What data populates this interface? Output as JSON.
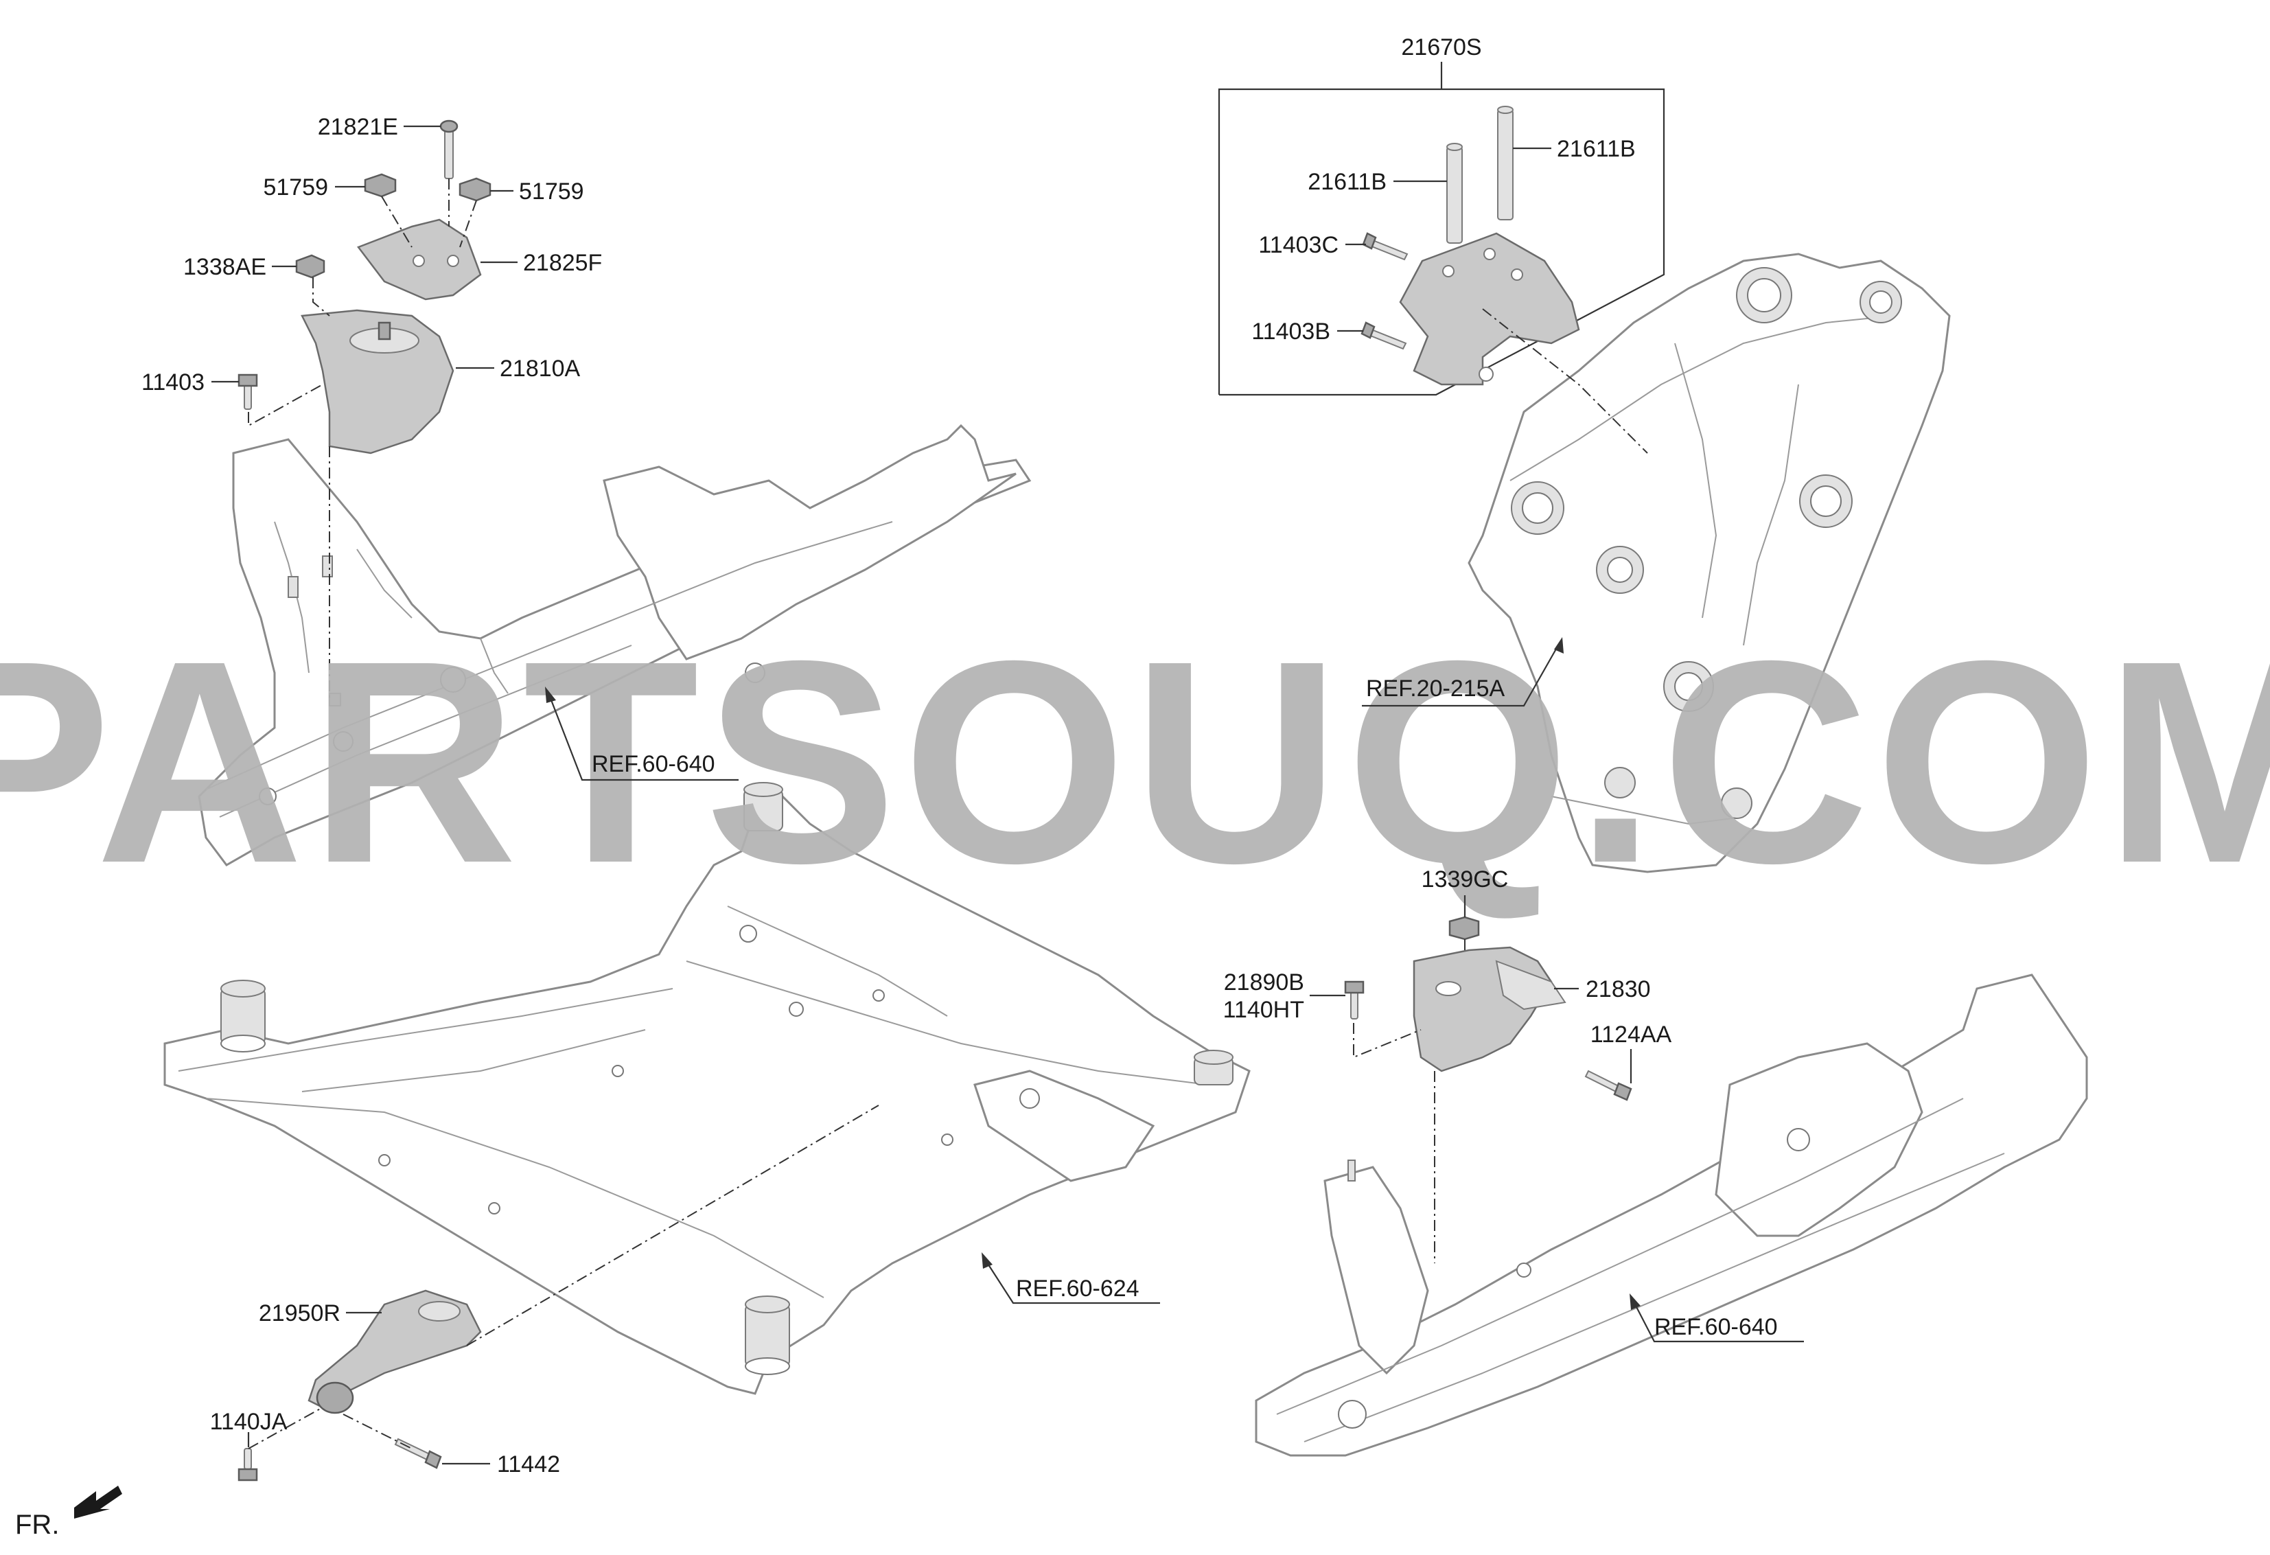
{
  "labels": {
    "l_21670S": "21670S",
    "l_21611B_a": "21611B",
    "l_21611B_b": "21611B",
    "l_11403C": "11403C",
    "l_11403B": "11403B",
    "l_21821E": "21821E",
    "l_51759_a": "51759",
    "l_51759_b": "51759",
    "l_1338AE": "1338AE",
    "l_21825F": "21825F",
    "l_21810A": "21810A",
    "l_11403": "11403",
    "l_REF_60_640_a": "REF.60-640",
    "l_REF_20_215A": "REF.20-215A",
    "l_1339GC": "1339GC",
    "l_21890B": "21890B",
    "l_1140HT": "1140HT",
    "l_21830": "21830",
    "l_1124AA": "1124AA",
    "l_REF_60_624": "REF.60-624",
    "l_21950R": "21950R",
    "l_1140JA": "1140JA",
    "l_11442": "11442",
    "l_REF_60_640_b": "REF.60-640",
    "fr": "FR."
  },
  "watermark": "PARTSOUQ.COM"
}
